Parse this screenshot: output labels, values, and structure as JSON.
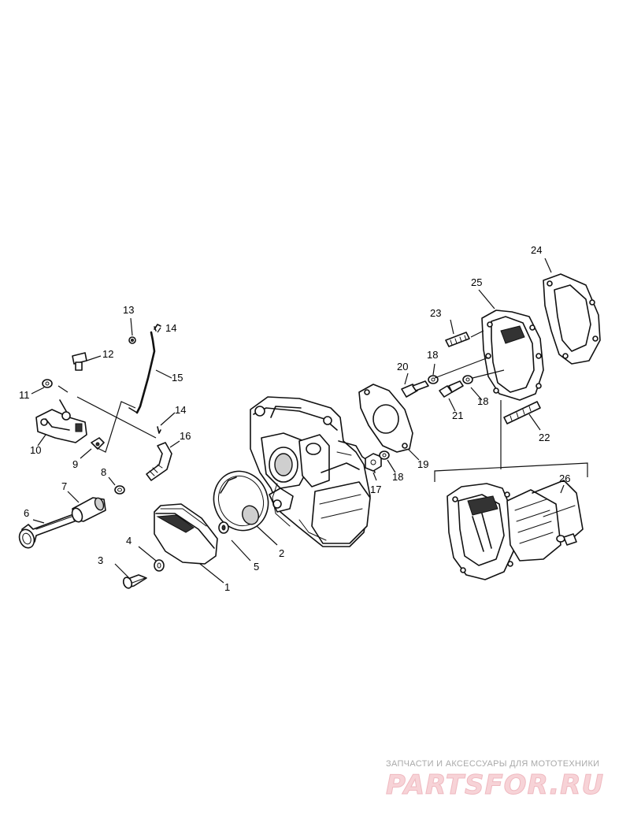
{
  "diagram": {
    "callouts": [
      "1",
      "2",
      "3",
      "4",
      "5",
      "6",
      "7",
      "8",
      "9",
      "10",
      "11",
      "12",
      "13",
      "14",
      "14",
      "15",
      "16",
      "17",
      "18",
      "18",
      "18",
      "19",
      "20",
      "21",
      "22",
      "23",
      "24",
      "25",
      "26"
    ]
  },
  "watermark": {
    "tagline": "ЗАПЧАСТИ И АКСЕССУАРЫ ДЛЯ МОТОТЕХНИКИ",
    "logo_text": "PARTSFOR.RU"
  }
}
